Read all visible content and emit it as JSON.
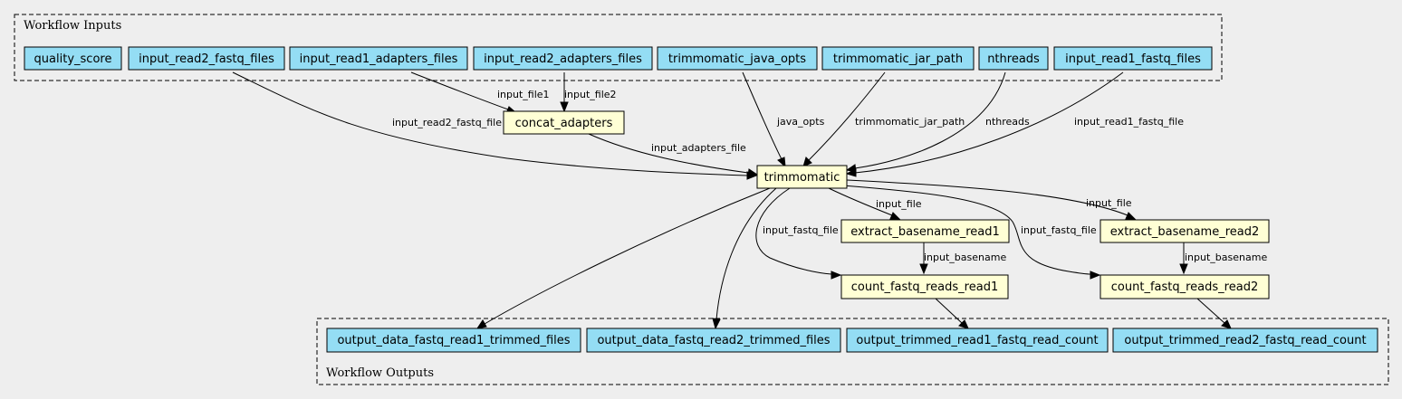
{
  "clusters": {
    "inputs": {
      "label": "Workflow Inputs"
    },
    "outputs": {
      "label": "Workflow Outputs"
    }
  },
  "nodes": {
    "quality_score": "quality_score",
    "input_read2_fastq_files": "input_read2_fastq_files",
    "input_read1_adapters_files": "input_read1_adapters_files",
    "input_read2_adapters_files": "input_read2_adapters_files",
    "trimmomatic_java_opts": "trimmomatic_java_opts",
    "trimmomatic_jar_path": "trimmomatic_jar_path",
    "nthreads": "nthreads",
    "input_read1_fastq_files": "input_read1_fastq_files",
    "concat_adapters": "concat_adapters",
    "trimmomatic": "trimmomatic",
    "extract_basename_read1": "extract_basename_read1",
    "extract_basename_read2": "extract_basename_read2",
    "count_fastq_reads_read1": "count_fastq_reads_read1",
    "count_fastq_reads_read2": "count_fastq_reads_read2",
    "output_data_fastq_read1_trimmed_files": "output_data_fastq_read1_trimmed_files",
    "output_data_fastq_read2_trimmed_files": "output_data_fastq_read2_trimmed_files",
    "output_trimmed_read1_fastq_read_count": "output_trimmed_read1_fastq_read_count",
    "output_trimmed_read2_fastq_read_count": "output_trimmed_read2_fastq_read_count"
  },
  "edges": {
    "input_file1": "input_file1",
    "input_file2": "input_file2",
    "input_read2_fastq_file": "input_read2_fastq_file",
    "java_opts": "java_opts",
    "trimmomatic_jar_path": "trimmomatic_jar_path",
    "nthreads": "nthreads",
    "input_read1_fastq_file": "input_read1_fastq_file",
    "input_adapters_file": "input_adapters_file",
    "input_file_read1": "input_file",
    "input_file_read2": "input_file",
    "input_fastq_file_read1": "input_fastq_file",
    "input_fastq_file_read2": "input_fastq_file",
    "input_basename_read1": "input_basename",
    "input_basename_read2": "input_basename"
  },
  "colors": {
    "background": "#eeeeee",
    "io_node": "#94ddf4",
    "step_node": "#ffffd5"
  }
}
